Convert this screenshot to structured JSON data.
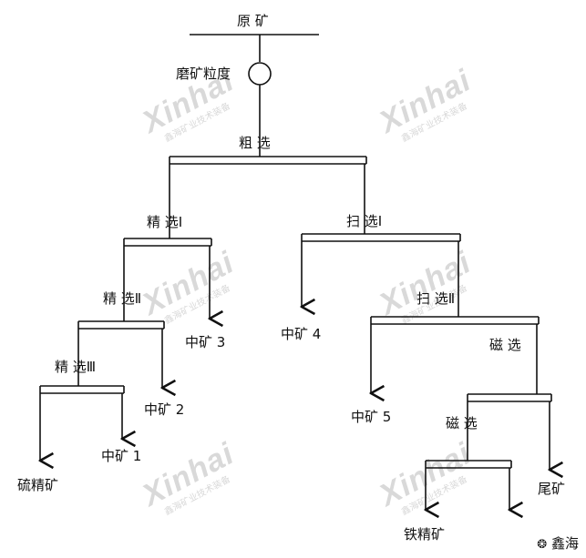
{
  "diagram": {
    "raw_ore": "原 矿",
    "grinding": "磨矿粒度",
    "rougher": "粗 选",
    "cleaner1": "精 选Ⅰ",
    "cleaner2": "精 选Ⅱ",
    "cleaner3": "精 选Ⅲ",
    "scavenger1": "扫 选Ⅰ",
    "scavenger2": "扫 选Ⅱ",
    "magnetic1": "磁 选",
    "magnetic2": "磁 选",
    "middlings1": "中矿 1",
    "middlings2": "中矿 2",
    "middlings3": "中矿 3",
    "middlings4": "中矿 4",
    "middlings5": "中矿 5",
    "sulfur_concentrate": "硫精矿",
    "iron_concentrate": "铁精矿",
    "tailings": "尾矿"
  },
  "watermark": {
    "brand": "Xinhai",
    "tagline": "鑫海矿业技术装备"
  },
  "footer_brand": "鑫海"
}
